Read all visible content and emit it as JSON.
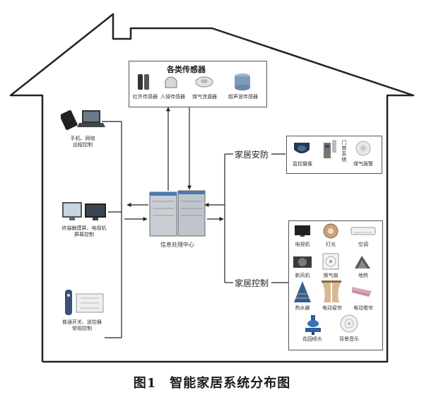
{
  "sensors": {
    "title": "各类传感器",
    "items": [
      "红外传感器",
      "入侵传感器",
      "煤气泄漏器",
      "超声波传感器"
    ]
  },
  "left_devices": [
    {
      "label_line1": "手机、网络",
      "label_line2": "远程控制"
    },
    {
      "label_line1": "终端触摸屏、电视机",
      "label_line2": "屏幕控制"
    },
    {
      "label_line1": "普通开关、遥控器",
      "label_line2": "常规控制"
    }
  ],
  "center": {
    "label": "信息处理中心"
  },
  "security": {
    "title": "家居安防",
    "items": [
      "监控摄像",
      "门禁系统",
      "煤气报警"
    ]
  },
  "control": {
    "title": "家居控制",
    "items": [
      "电视机",
      "灯光",
      "空调",
      "新风机",
      "换气扇",
      "地热",
      "热水器",
      "电动窗帘",
      "电动卷帘",
      "花园喷头",
      "背景音乐"
    ]
  },
  "caption": "图1　智能家居系统分布图",
  "colors": {
    "line": "#222222",
    "box_border": "#555555",
    "caption": "#1a1a1a"
  }
}
